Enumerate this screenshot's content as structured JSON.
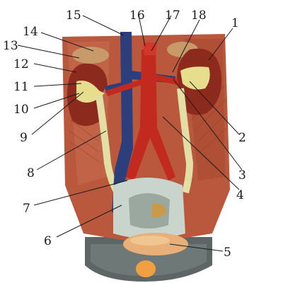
{
  "diagram": {
    "labels": [
      "1",
      "2",
      "3",
      "4",
      "5",
      "6",
      "7",
      "8",
      "9",
      "10",
      "11",
      "12",
      "13",
      "14",
      "15",
      "16",
      "17",
      "18"
    ]
  },
  "colors": {
    "background": "#ffffff",
    "muscle": "#b8573c",
    "muscle_light": "#d98a6a",
    "kidney": "#8a2a1c",
    "kidney_pelvis": "#e8e090",
    "vein": "#2c3d7a",
    "artery": "#c0281e",
    "ureter": "#e4e0a8",
    "bladder": "#c8d2cc",
    "base": "#5a6462",
    "prostate": "#e8b078",
    "label_line": "#1a1a1a"
  }
}
